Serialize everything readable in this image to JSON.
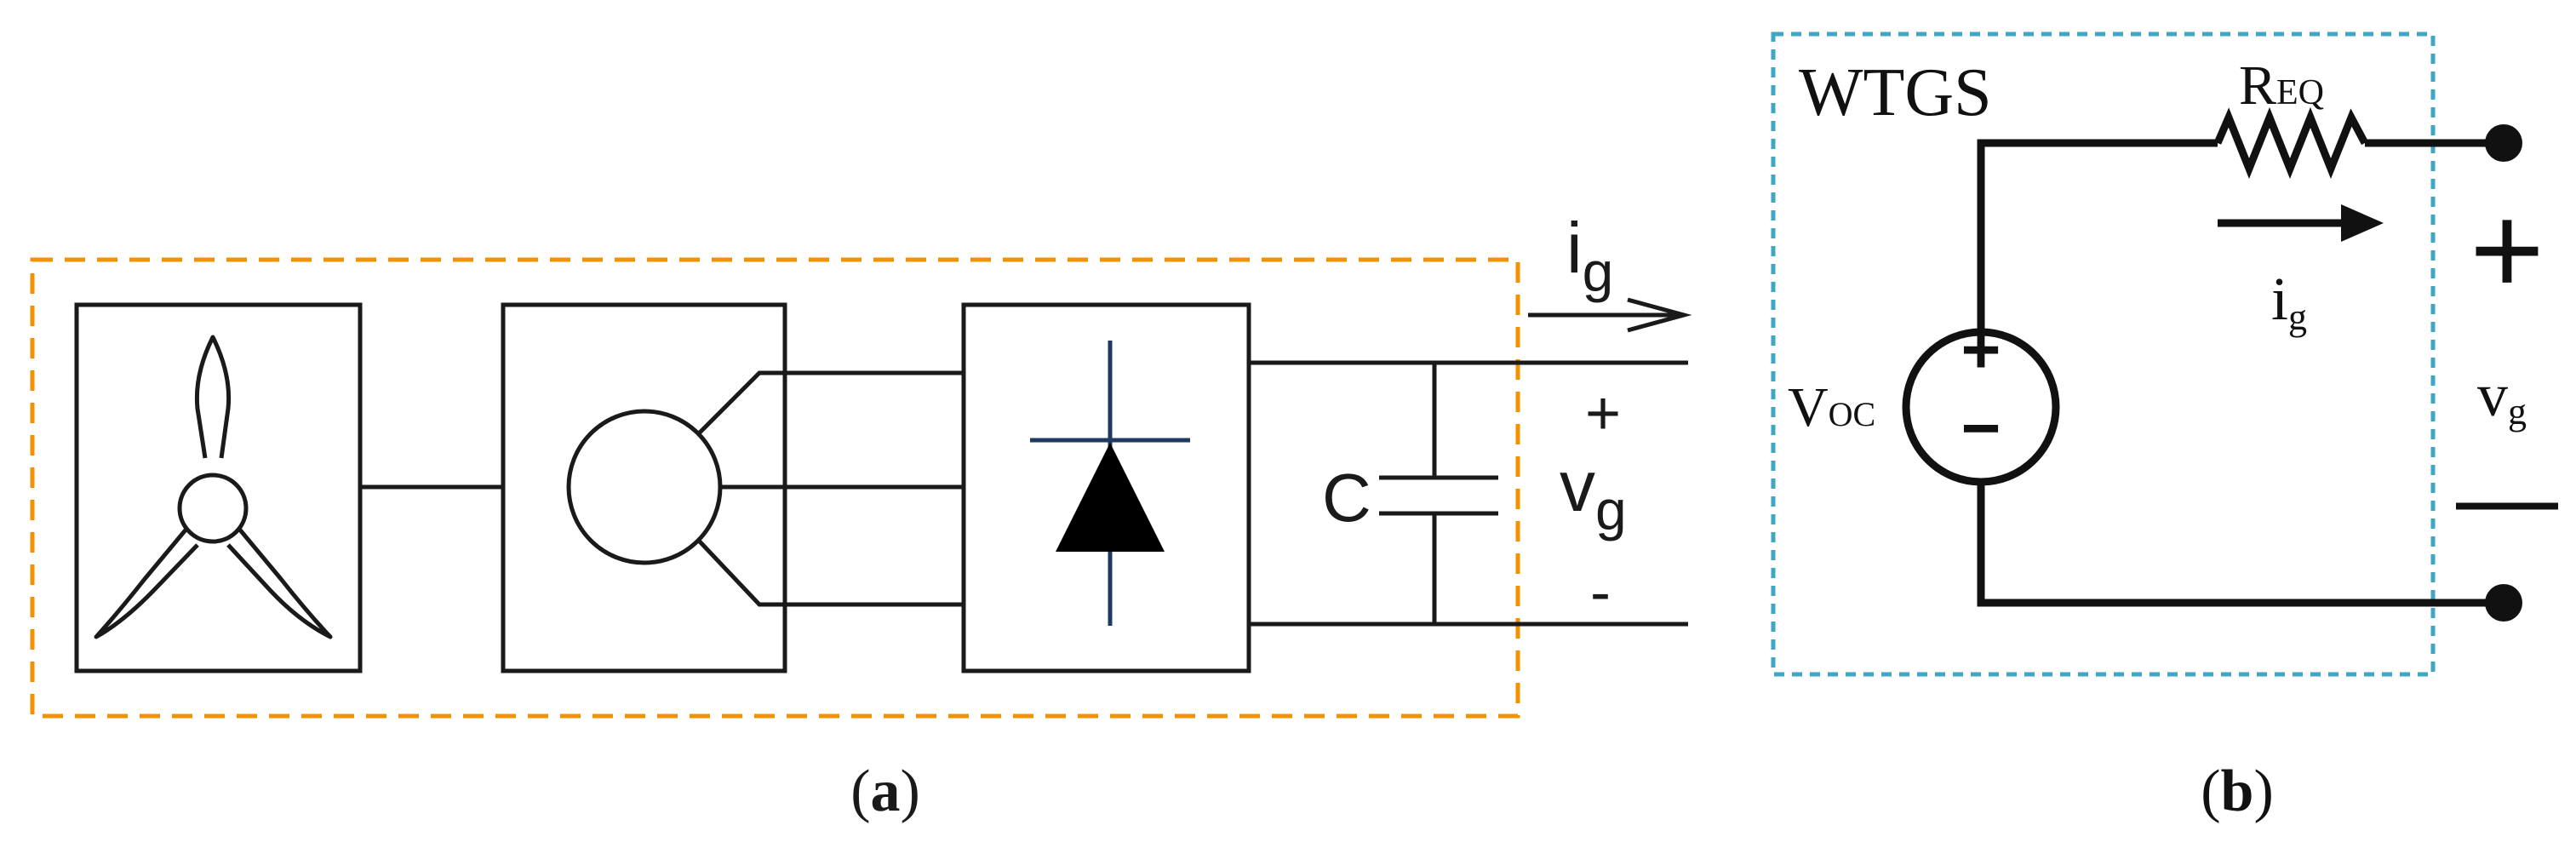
{
  "panel_a": {
    "caption_open": "(",
    "caption_letter": "a",
    "caption_close": ")",
    "current_label": "i",
    "current_sub": "g",
    "plus_label": "+",
    "voltage_label": "v",
    "voltage_sub": "g",
    "minus_label": "-",
    "capacitor_label": "C",
    "box_color": "#F39200",
    "line_color": "#1a1a1a",
    "diode_bar_color": "#1f3a5f"
  },
  "panel_b": {
    "caption_open": "(",
    "caption_letter": "b",
    "caption_close": ")",
    "system_label": "WTGS",
    "resistor_label": "R",
    "resistor_sub": "EQ",
    "source_label": "V",
    "source_sub": "OC",
    "source_plus": "+",
    "source_minus": "−",
    "current_label": "i",
    "current_sub": "g",
    "terminal_plus": "+",
    "terminal_minus": "—",
    "voltage_label": "v",
    "voltage_sub": "g",
    "box_color": "#3FA7C6",
    "line_color": "#111111"
  }
}
